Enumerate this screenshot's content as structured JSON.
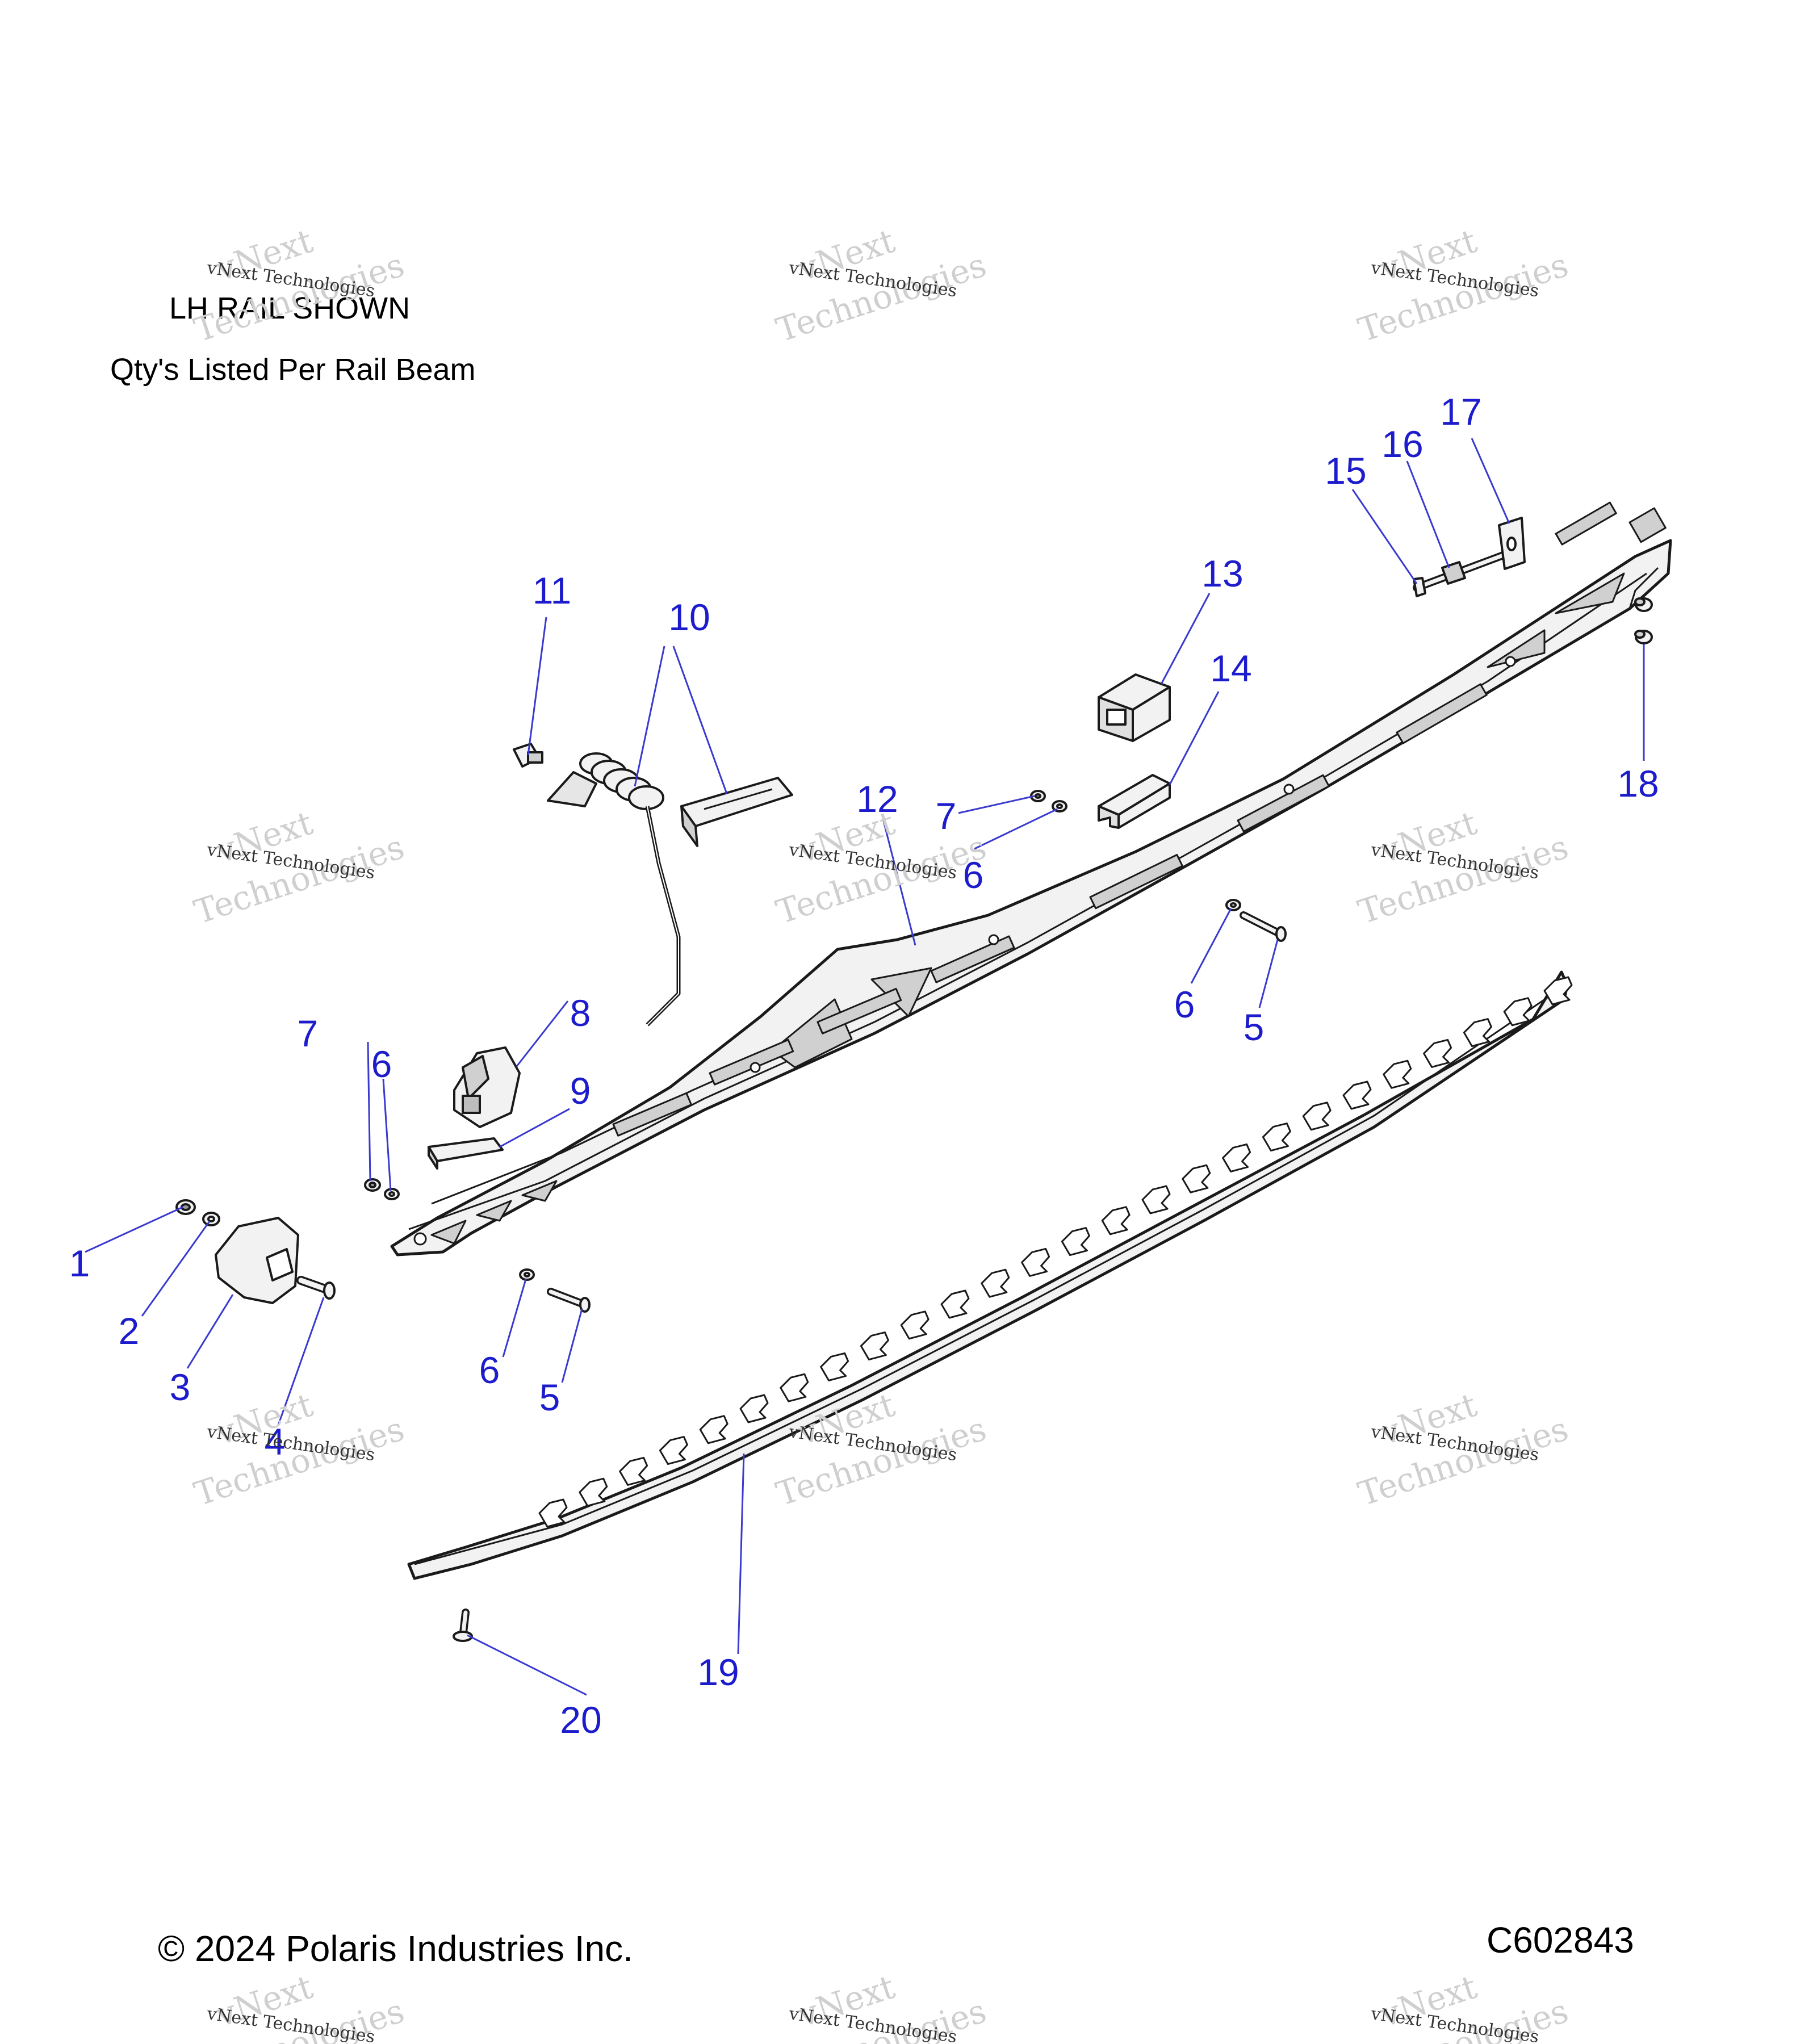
{
  "notes": {
    "rail_shown": "LH RAIL SHOWN",
    "qty_note": "Qty's Listed Per Rail Beam"
  },
  "footer": {
    "copyright": "© 2024 Polaris Industries Inc.",
    "figure_id": "C602843"
  },
  "watermark": {
    "line1": "vNext Technologies",
    "line2": "Technologies",
    "line3": "vNext"
  },
  "colors": {
    "callout": "#1c1ccc",
    "leader": "#3a3ad0",
    "part_fill": "#f2f2f2",
    "part_shade": "#d0d0d0",
    "part_stroke": "#1a1a1a",
    "watermark": "#cfcfcf"
  },
  "callouts": [
    "1",
    "2",
    "3",
    "4",
    "5",
    "5",
    "6",
    "6",
    "6",
    "6",
    "7",
    "7",
    "8",
    "9",
    "10",
    "11",
    "12",
    "13",
    "14",
    "15",
    "16",
    "17",
    "18",
    "19",
    "20"
  ]
}
